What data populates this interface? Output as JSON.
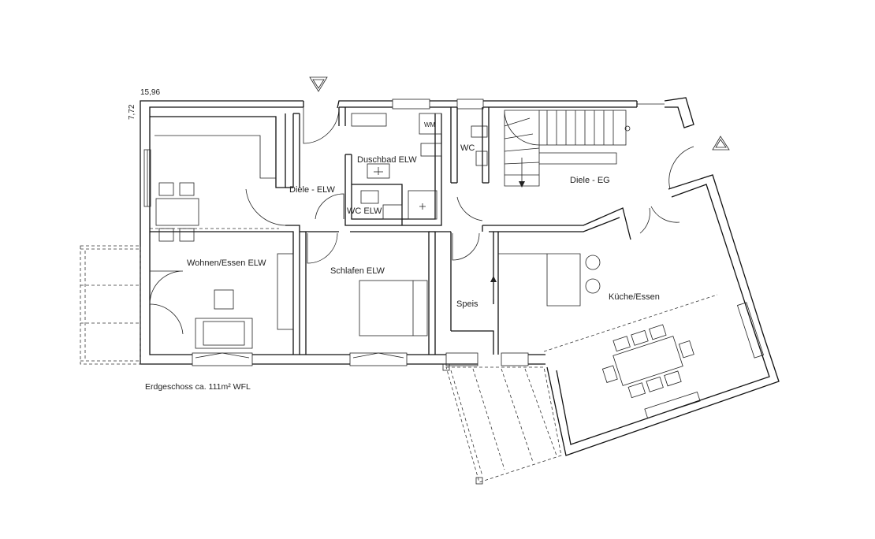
{
  "dimensions": {
    "width_label": "15,96",
    "depth_label": "7,72"
  },
  "caption": "Erdgeschoss ca. 111m² WFL",
  "rooms": {
    "dusch": "Duschbad ELW",
    "wm": "WM",
    "wc_eg": "WC",
    "diele_elw": "Diele - ELW",
    "wc_elw": "WC ELW",
    "diele_eg": "Diele - EG",
    "wohnen": "Wohnen/Essen ELW",
    "schlafen": "Schlafen ELW",
    "speis": "Speis",
    "kueche": "Küche/Essen"
  },
  "icons": [
    "entrance-arrow-icon",
    "entrance-arrow-icon"
  ]
}
